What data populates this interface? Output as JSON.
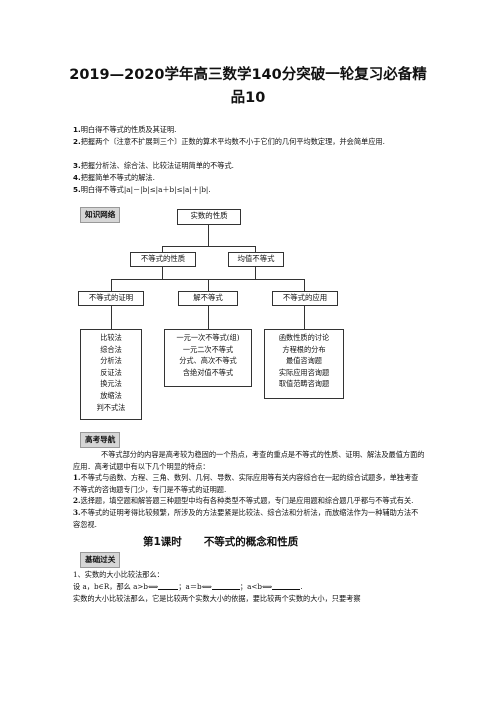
{
  "title_line1": "2019—2020学年高三数学140分突破一轮复习必备精",
  "title_line2": "品10",
  "objectives": [
    {
      "num": "1.",
      "text": "明白得不等式的性质及其证明."
    },
    {
      "num": "2.",
      "text": "把握两个〔注意不扩展到三个〕正数的算术平均数不小于它们的几何平均数定理，并会简单应用."
    },
    {
      "num": "3.",
      "text": "把握分析法、综合法、比较法证明简单的不等式."
    },
    {
      "num": "4.",
      "text": "把握简单不等式的解法."
    },
    {
      "num": "5.",
      "text": "明白得不等式|a|－|b|≤|a＋b|≤|a|＋|b|."
    }
  ],
  "tags": {
    "knowledge_network": "知识网络",
    "exam_guide": "高考导航",
    "basic": "基础过关"
  },
  "diagram": {
    "root": "实数的性质",
    "level2": [
      "不等式的性质",
      "均值不等式"
    ],
    "level3": [
      "不等式的证明",
      "解不等式",
      "不等式的应用"
    ],
    "proof_methods": [
      "比较法",
      "综合法",
      "分析法",
      "反证法",
      "换元法",
      "放缩法",
      "判不式法"
    ],
    "solving_types": [
      "一元一次不等式(组)",
      "一元二次不等式",
      "分式、高次不等式",
      "含绝对值不等式"
    ],
    "applications": [
      "函数性质的讨论",
      "方程根的分布",
      "最值咨询题",
      "实际应用咨询题",
      "取值范畴咨询题"
    ]
  },
  "exam_intro": "不等式部分的内容是高考较为稳固的一个热点，考查的重点是不等式的性质、证明、解法及最值方面的应用．高考试题中有以下几个明显的特点：",
  "exam_points": [
    {
      "num": "1.",
      "text": "不等式与函数、方程、三角、数列、几何、导数、实际应用等有关内容综合在一起的综合试题多，单独考查不等式的咨询题专门少，专门是不等式的证明题."
    },
    {
      "num": "2.",
      "text": "选择题，填空题和解答题三种题型中均有各种类型不等式题，专门是应用题和综合题几乎都与不等式有关."
    },
    {
      "num": "3.",
      "text": "不等式的证明考得比较频繁，所涉及的方法要紧是比较法、综合法和分析法，而放缩法作为一种辅助方法不容忽视."
    }
  ],
  "lesson_number": "第1课时",
  "lesson_title": "不等式的概念和性质",
  "basic_item1": "1、实数的大小比较法那么：",
  "basic_formula": {
    "prefix": "设 a，b∈R，那么 a>b⟺",
    "mid1": "；a＝b⟺",
    "mid2": "；a<b⟺",
    "end": "."
  },
  "basic_last": "实数的大小比较法那么，它是比较两个实数大小的依据，要比较两个实数的大小，只要考察"
}
